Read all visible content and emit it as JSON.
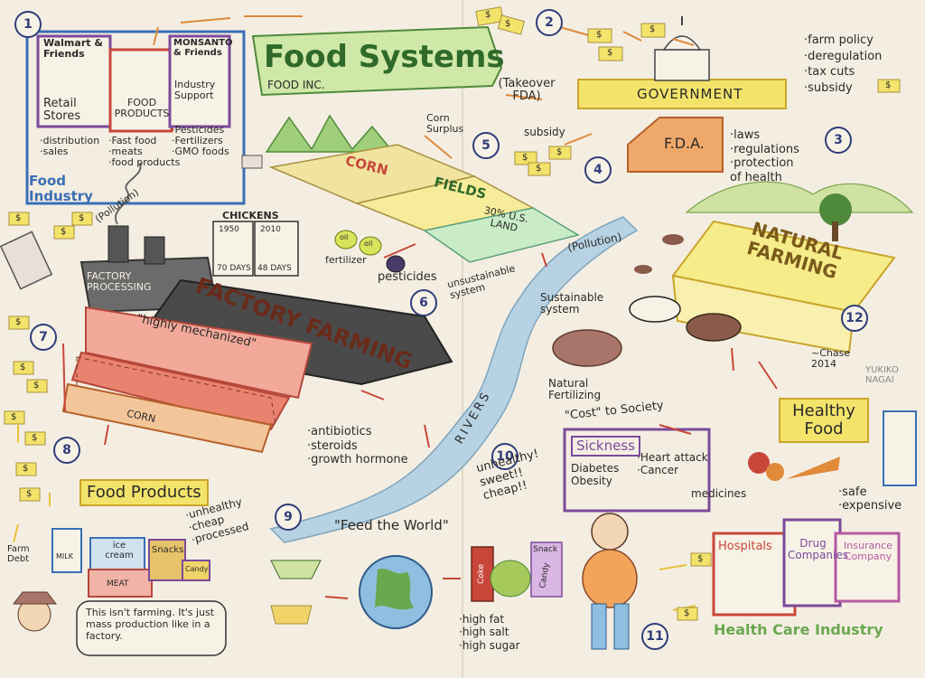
{
  "title": "Food Systems",
  "subtitle": "FOOD INC.",
  "takeover": "(Takeover FDA)",
  "numbers": [
    "1",
    "2",
    "3",
    "4",
    "5",
    "6",
    "7",
    "8",
    "9",
    "10",
    "11",
    "12"
  ],
  "food_industry": {
    "label": "Food Industry",
    "walmart": "Walmart & Friends",
    "retail": "Retail Stores",
    "monsanto": "MONSANTO & Friends",
    "industry_support": "Industry Support",
    "food_products_box": "FOOD PRODUCTS",
    "retail_notes": "·distribution\n·sales",
    "food_notes": "·Fast food\n·meats\n·food products",
    "support_notes": "·Pesticides\n·Fertilizers\n·GMO foods"
  },
  "government": {
    "label": "GOVERNMENT",
    "notes": "·farm policy\n·deregulation\n·tax cuts\n·subsidy",
    "fda": "F.D.A.",
    "fda_notes": "·laws\n·regulations\n·protection\n  of health"
  },
  "corn": {
    "surplus": "Corn Surplus",
    "subsidy": "subsidy",
    "corn": "CORN",
    "fields": "FIELDS",
    "land": "30% U.S. LAND"
  },
  "factory": {
    "pollution_left": "(Pollution)",
    "chickens": "CHICKENS",
    "year1": "1950",
    "days1": "70 DAYS",
    "year2": "2010",
    "days2": "48 DAYS",
    "processing": "FACTORY PROCESSING",
    "farming": "FACTORY FARMING",
    "mechanized": "\"highly mechanized\"",
    "corn_trough": "CORN",
    "oil1": "oil",
    "oil2": "oil",
    "fertilizer": "fertilizer",
    "pesticides": "pesticides",
    "unsustainable": "unsustainable system",
    "drugs": "·antibiotics\n·steroids\n·growth hormone"
  },
  "natural": {
    "pollution": "(Pollution)",
    "label": "NATURAL FARMING",
    "sustainable": "Sustainable system",
    "fertilizing": "Natural Fertilizing",
    "signature": "~Chase 2014",
    "artist": "YUKIKO NAGAI"
  },
  "river": "RIVERS",
  "food_products": {
    "label": "Food Products",
    "notes": "·unhealthy\n·cheap\n·processed",
    "farm_debt": "Farm Debt",
    "milk": "MILK",
    "ice_cream": "ice cream",
    "snacks": "Snacks",
    "meat": "MEAT",
    "candy": "Candy",
    "quote": "This isn't farming. It's just mass production like in a factory."
  },
  "world": {
    "label": "\"Feed the World\""
  },
  "society": {
    "cost": "\"Cost\" to Society",
    "sickness": "Sickness",
    "diseases_left": "Diabetes\nObesity",
    "diseases_right": "·Heart attack\n·Cancer",
    "unhealthy": "unhealthy! sweet!! cheap!!",
    "medicines": "medicines",
    "coke": "Coke",
    "snack": "Snack",
    "candy": "Candy",
    "notes": "·high fat\n·high salt\n·high sugar"
  },
  "healthy": {
    "label": "Healthy Food",
    "notes": "·safe\n·expensive"
  },
  "health_care": {
    "hospitals": "Hospitals",
    "drug": "Drug Companies",
    "insurance": "Insurance Company",
    "label": "Health Care Industry"
  },
  "money": "$",
  "colors": {
    "purple": "#7b4a9a",
    "blue": "#3a6fb5",
    "yellow": "#e7d64a",
    "orange": "#e08a3a",
    "red": "#c8473a",
    "green": "#8fc46a",
    "river": "#b7d3e3",
    "navy": "#2f3d7a"
  }
}
